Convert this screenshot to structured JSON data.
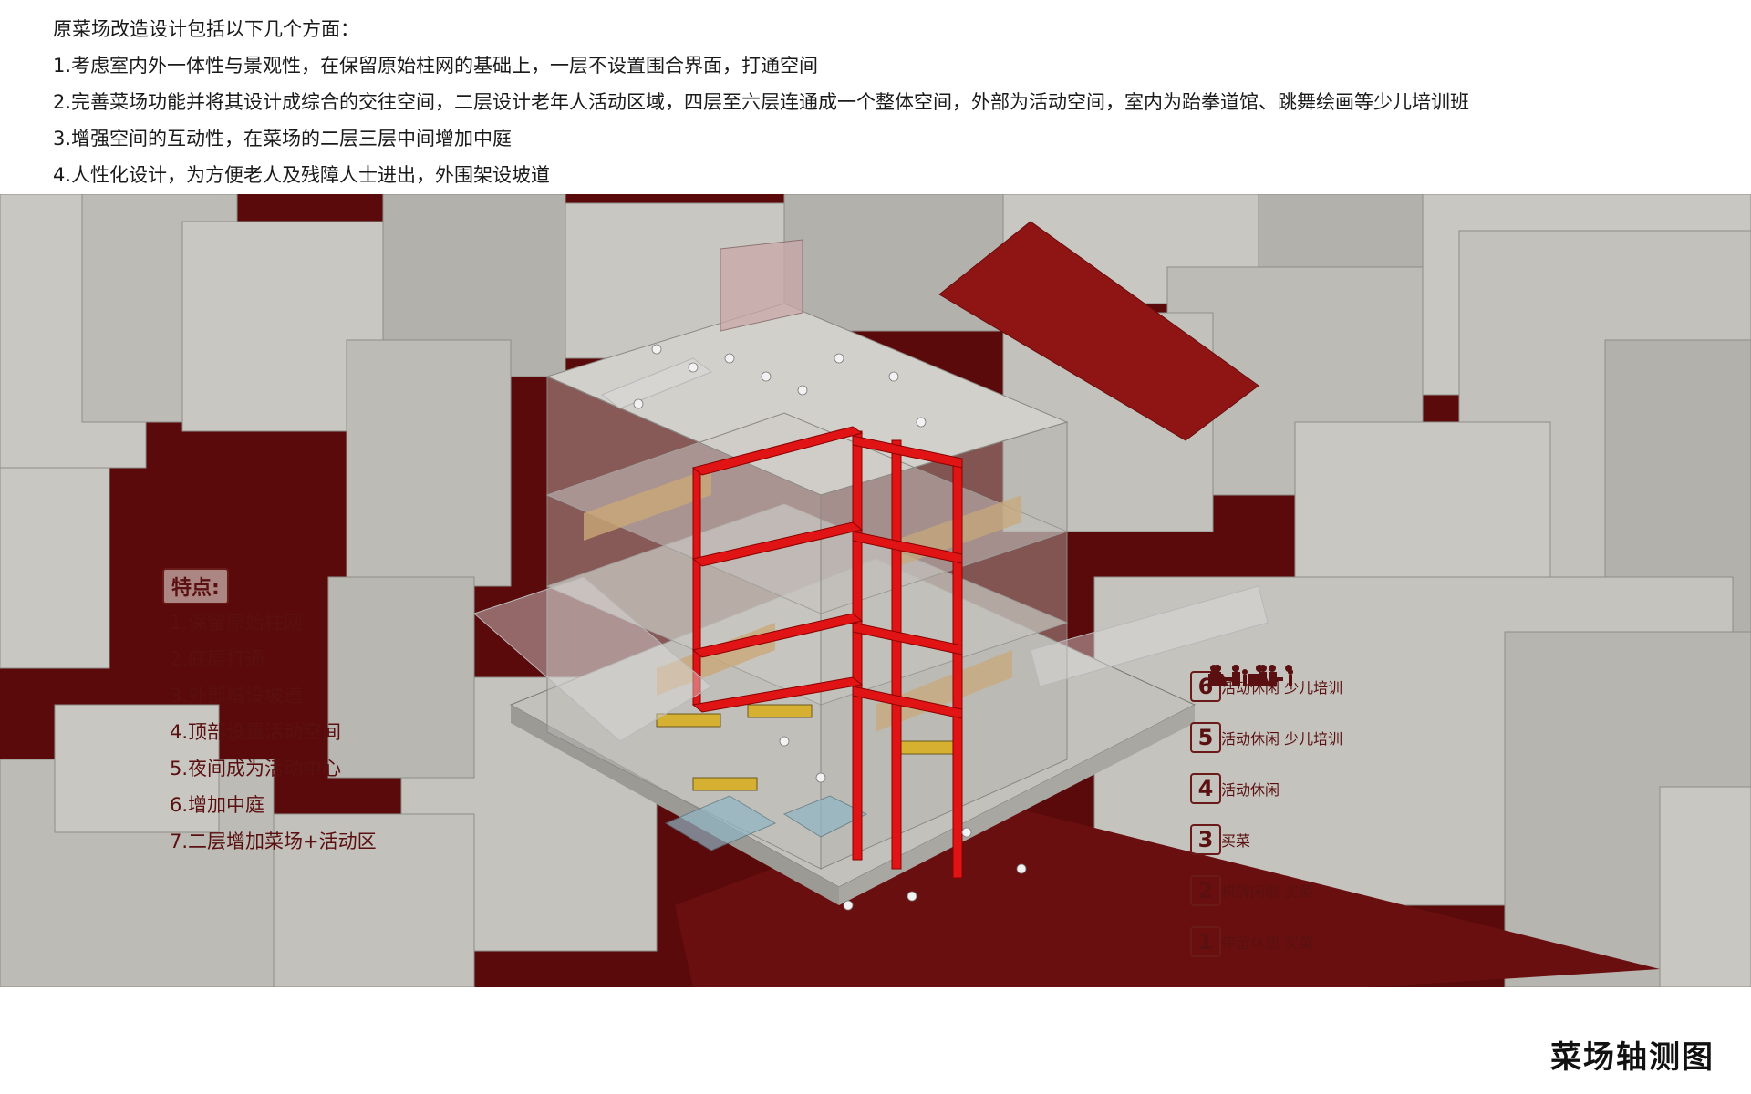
{
  "intro": {
    "heading": "原菜场改造设计包括以下几个方面：",
    "points": [
      "1.考虑室内外一体性与景观性，在保留原始柱网的基础上，一层不设置围合界面，打通空间",
      "2.完善菜场功能并将其设计成综合的交往空间，二层设计老年人活动区域，四层至六层连通成一个整体空间，外部为活动空间，室内为跆拳道馆、跳舞绘画等少儿培训班",
      "3.增强空间的互动性，在菜场的二层三层中间增加中庭",
      "4.人性化设计，为方便老人及残障人士进出，外围架设坡道"
    ]
  },
  "features": {
    "title": "特点:",
    "items": [
      "1.保留原始柱网",
      "2.底层打通",
      "3.外部增设坡道",
      "4.顶部设置活动空间",
      "5.夜间成为活动中心",
      "6.增加中庭",
      "7.二层增加菜场+活动区"
    ]
  },
  "floors": [
    {
      "number": "6",
      "label": "活动休闲  少儿培训"
    },
    {
      "number": "5",
      "label": "活动休闲  少儿培训"
    },
    {
      "number": "4",
      "label": "活动休闲"
    },
    {
      "number": "3",
      "label": "买菜"
    },
    {
      "number": "2",
      "label": "棋牌闲聊  买菜"
    },
    {
      "number": "1",
      "label": "停留休憩  买菜"
    }
  ],
  "caption": "菜场轴测图",
  "colors": {
    "ground": "#5a0a0a",
    "building": "#c9c7c2",
    "building_shade": "#a9a7a2",
    "accent_red": "#e01414",
    "text_red": "#5a1010"
  }
}
